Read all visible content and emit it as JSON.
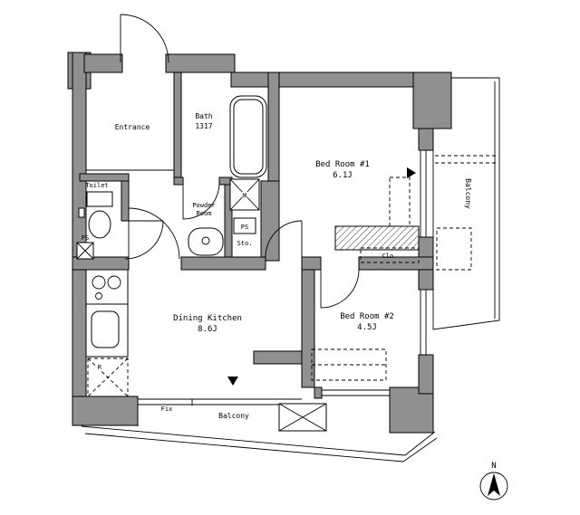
{
  "colors": {
    "wall_fill": "#909090",
    "line": "#000000",
    "background": "#ffffff"
  },
  "rooms": {
    "entrance": {
      "label": "Entrance"
    },
    "bath": {
      "label": "Bath",
      "size": "1317"
    },
    "toilet": {
      "label": "Toilet"
    },
    "powder_room": {
      "label_line1": "Powder",
      "label_line2": "Room"
    },
    "storage": {
      "label": "Sto."
    },
    "bedroom1": {
      "label": "Bed Room #1",
      "area": "6.1J"
    },
    "bedroom2": {
      "label": "Bed Room #2",
      "area": "4.5J"
    },
    "dining_kitchen": {
      "label": "Dining Kitchen",
      "area": "8.6J"
    },
    "closet": {
      "label": "Clo."
    },
    "balcony_right": {
      "label": "Balcony"
    },
    "balcony_bottom": {
      "label": "Balcony"
    }
  },
  "labels": {
    "ps_left": "PS",
    "ps_center": "PS",
    "washer": "W",
    "refrigerator": "R",
    "fixed_window": "Fix",
    "compass_north": "N"
  }
}
